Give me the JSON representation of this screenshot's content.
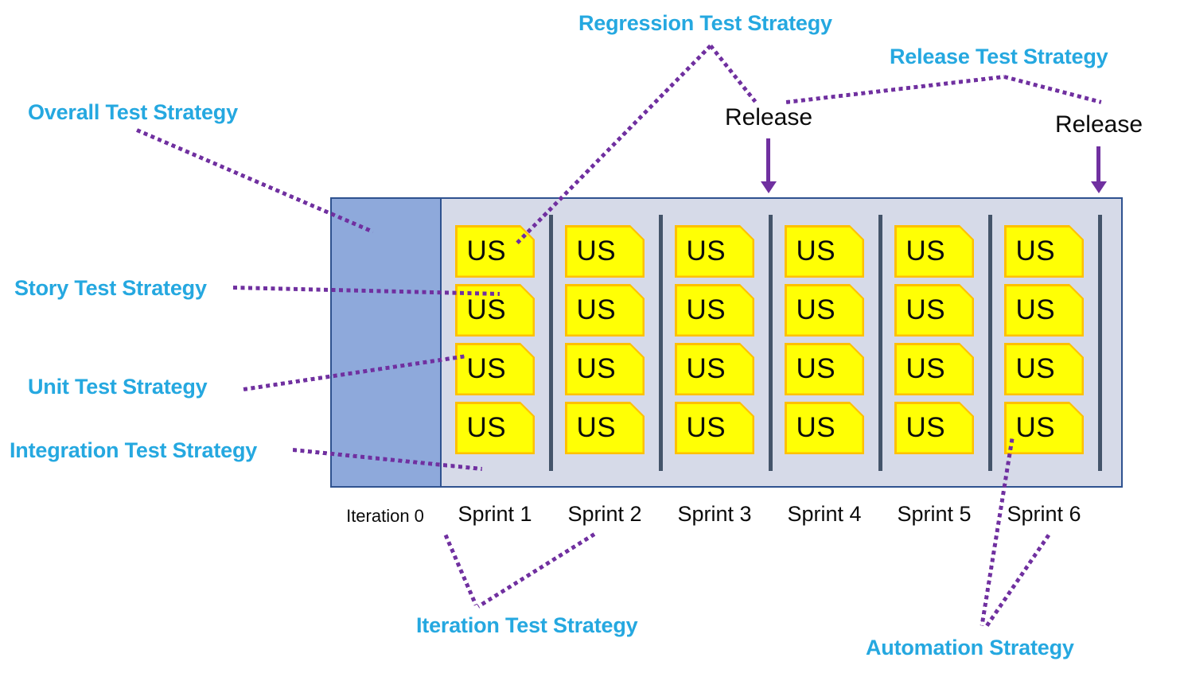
{
  "labels": {
    "overall": "Overall Test Strategy",
    "regression": "Regression Test Strategy",
    "release_strategy": "Release Test Strategy",
    "story": "Story Test Strategy",
    "unit": "Unit Test Strategy",
    "integration": "Integration Test Strategy",
    "iteration": "Iteration Test Strategy",
    "automation": "Automation Strategy"
  },
  "releases": {
    "first": "Release",
    "second": "Release"
  },
  "timeline": {
    "iteration_label": "Iteration 0",
    "sprints": [
      "Sprint 1",
      "Sprint 2",
      "Sprint 3",
      "Sprint 4",
      "Sprint 5",
      "Sprint 6"
    ]
  },
  "board": {
    "card_label": "US",
    "sprint_count": 6,
    "cards_per_sprint": 4
  },
  "colors": {
    "accent_cyan": "#25A8E0",
    "connector_purple": "#7030A0",
    "card_yellow": "#FFFF05",
    "card_border_orange": "#FFC000",
    "board_background": "#D6DAE8",
    "iteration_column_blue": "#8EA9DB",
    "board_border_blue": "#2F528F",
    "divider_slate": "#44546A"
  }
}
